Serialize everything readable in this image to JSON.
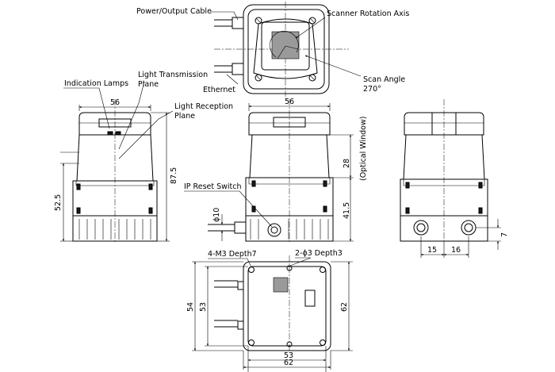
{
  "labels": {
    "power_cable": "Power/Output Cable",
    "rotation_axis": "Scanner Rotation Axis",
    "ethernet": "Ethernet",
    "scan_angle": "Scan Angle",
    "scan_angle_value": "270°",
    "light_transmission_1": "Light Transmission",
    "light_transmission_2": "Plane",
    "indication_lamps": "Indication Lamps",
    "light_reception_1": "Light Reception",
    "light_reception_2": "Plane",
    "ip_reset": "IP Reset Switch",
    "optical_window": "(Optical Window)",
    "m3_depth": "4-M3 Depth7",
    "phi3_depth": "2-ϕ3 Depth3"
  },
  "dimensions": {
    "front_width": "56",
    "side_width": "56",
    "height_total": "87.5",
    "height_lower": "52.5",
    "window_height": "28",
    "ip_height": "41.5",
    "cable_dia": "ϕ10",
    "conn_offset_1": "15",
    "conn_offset_2": "16",
    "conn_height": "7",
    "bottom_inner_w": "53",
    "bottom_outer_w": "62",
    "bottom_inner_h": "53",
    "bottom_outer_h": "54",
    "bottom_right_h": "62"
  }
}
